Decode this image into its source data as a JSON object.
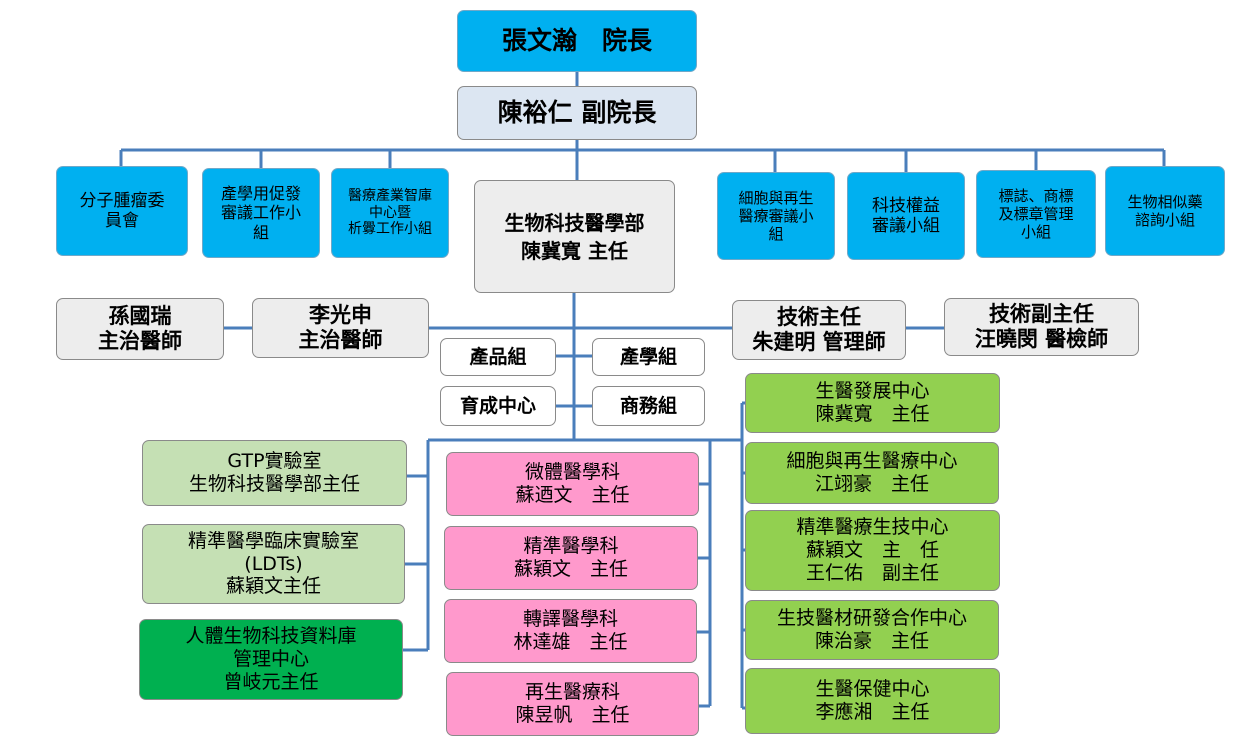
{
  "colors": {
    "line": "#4a7ebb",
    "leadership": "#00b0f0",
    "vice": "#dce6f2",
    "department": "#ededed",
    "lab_light": "#c5e0b4",
    "lab_dark": "#00b050",
    "center": "#92d050",
    "division": "#ff99cc"
  },
  "president": "張文瀚　院長",
  "vice_president": "陳裕仁 副院長",
  "committees": [
    "分子腫瘤委\n員會",
    "產學用促發\n審議工作小\n組",
    "醫療產業智庫\n中心暨\n析釁工作小組",
    "細胞與再生\n醫療審議小\n組",
    "科技權益\n審議小組",
    "標誌、商標\n及標章管理\n小組",
    "生物相似藥\n諮詢小組"
  ],
  "department": "生物科技醫學部\n陳冀寬 主任",
  "staff": [
    "孫國瑞\n主治醫師",
    "李光申\n主治醫師",
    "技術主任\n朱建明 管理師",
    "技術副主任\n汪曉閔 醫檢師"
  ],
  "groups": [
    "產品組",
    "產學組",
    "育成中心",
    "商務組"
  ],
  "labs": [
    "GTP實驗室\n生物科技醫學部主任",
    "精準醫學臨床實驗室\n(LDTs)\n蘇穎文主任",
    "人體生物科技資料庫\n管理中心\n曾岐元主任"
  ],
  "divisions": [
    "微體醫學科\n蘇迺文　主任",
    "精準醫學科\n蘇穎文　主任",
    "轉譯醫學科\n林達雄　主任",
    "再生醫療科\n陳昱帆　主任"
  ],
  "centers": [
    "生醫發展中心\n陳冀寬　主任",
    "細胞與再生醫療中心\n江翊豪　主任",
    "精準醫療生技中心\n蘇穎文　主　任\n王仁佑　副主任",
    "生技醫材研發合作中心\n陳治豪　主任",
    "生醫保健中心\n李應湘　主任"
  ]
}
